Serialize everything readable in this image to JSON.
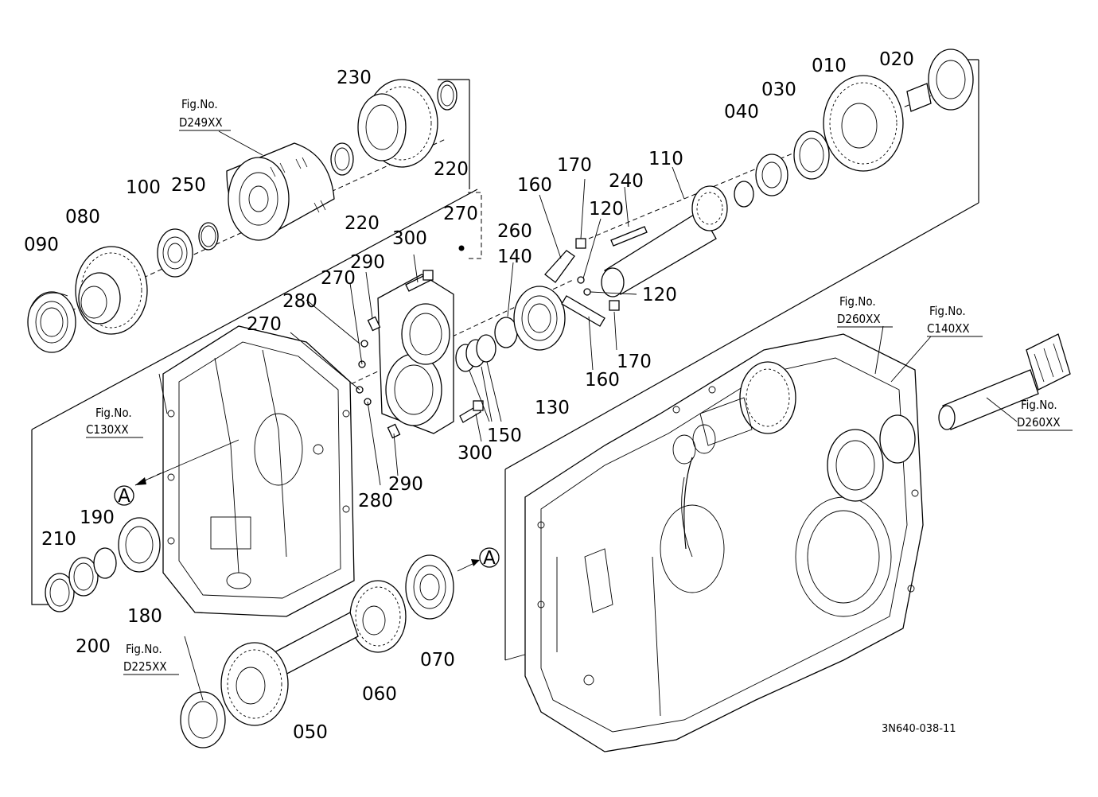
{
  "part_labels": [
    {
      "id": "p010",
      "text": "010"
    },
    {
      "id": "p020",
      "text": "020"
    },
    {
      "id": "p030",
      "text": "030"
    },
    {
      "id": "p040",
      "text": "040"
    },
    {
      "id": "p050",
      "text": "050"
    },
    {
      "id": "p060",
      "text": "060"
    },
    {
      "id": "p070",
      "text": "070"
    },
    {
      "id": "p080",
      "text": "080"
    },
    {
      "id": "p090",
      "text": "090"
    },
    {
      "id": "p100",
      "text": "100"
    },
    {
      "id": "p110",
      "text": "110"
    },
    {
      "id": "p120a",
      "text": "120"
    },
    {
      "id": "p120b",
      "text": "120"
    },
    {
      "id": "p130",
      "text": "130"
    },
    {
      "id": "p140",
      "text": "140"
    },
    {
      "id": "p150",
      "text": "150"
    },
    {
      "id": "p160a",
      "text": "160"
    },
    {
      "id": "p160b",
      "text": "160"
    },
    {
      "id": "p170a",
      "text": "170"
    },
    {
      "id": "p170b",
      "text": "170"
    },
    {
      "id": "p180",
      "text": "180"
    },
    {
      "id": "p190",
      "text": "190"
    },
    {
      "id": "p200",
      "text": "200"
    },
    {
      "id": "p210",
      "text": "210"
    },
    {
      "id": "p220a",
      "text": "220"
    },
    {
      "id": "p220b",
      "text": "220"
    },
    {
      "id": "p230",
      "text": "230"
    },
    {
      "id": "p240",
      "text": "240"
    },
    {
      "id": "p250",
      "text": "250"
    },
    {
      "id": "p260",
      "text": "260"
    },
    {
      "id": "p270a",
      "text": "270"
    },
    {
      "id": "p270b",
      "text": "270"
    },
    {
      "id": "p270c",
      "text": "270"
    },
    {
      "id": "p280a",
      "text": "280"
    },
    {
      "id": "p280b",
      "text": "280"
    },
    {
      "id": "p290a",
      "text": "290"
    },
    {
      "id": "p290b",
      "text": "290"
    },
    {
      "id": "p300a",
      "text": "300"
    },
    {
      "id": "p300b",
      "text": "300"
    }
  ],
  "figure_refs": [
    {
      "id": "fD249",
      "prefix": "Fig.No.",
      "code": "D249XX"
    },
    {
      "id": "fC130",
      "prefix": "Fig.No.",
      "code": "C130XX"
    },
    {
      "id": "fD225",
      "prefix": "Fig.No.",
      "code": "D225XX"
    },
    {
      "id": "fD260a",
      "prefix": "Fig.No.",
      "code": "D260XX"
    },
    {
      "id": "fC140",
      "prefix": "Fig.No.",
      "code": "C140XX"
    },
    {
      "id": "fD260b",
      "prefix": "Fig.No.",
      "code": "D260XX"
    }
  ],
  "ref_markers": [
    {
      "id": "mA1",
      "text": "A"
    },
    {
      "id": "mA2",
      "text": "A"
    }
  ],
  "drawing_code": "3N640-038-11"
}
